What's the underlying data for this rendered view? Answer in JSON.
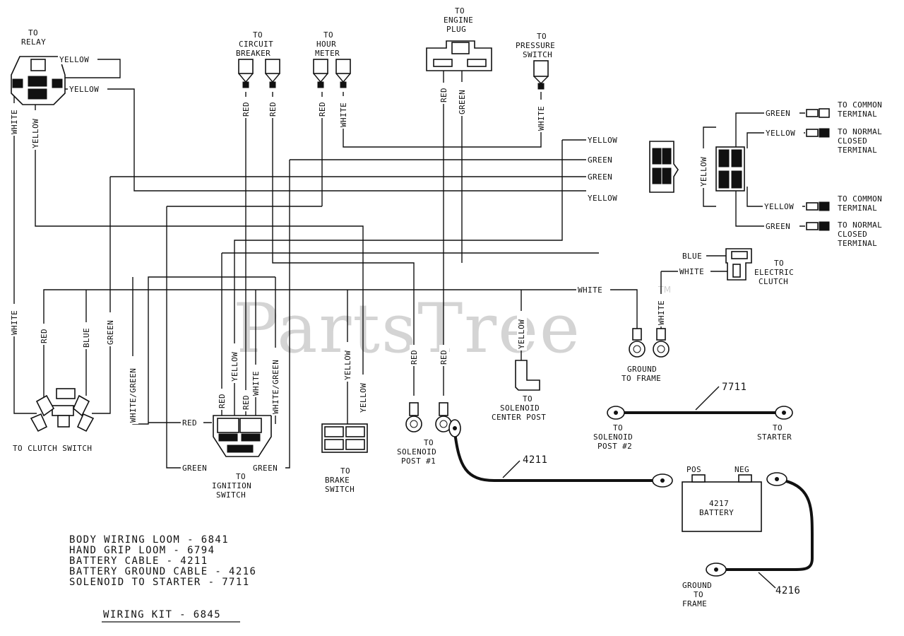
{
  "watermark": {
    "text": "PartsTree",
    "tm": "TM"
  },
  "terminals": {
    "relay": [
      "TO",
      "RELAY"
    ],
    "circuit_breaker": [
      "TO",
      "CIRCUIT",
      "BREAKER"
    ],
    "hour_meter": [
      "TO",
      "HOUR",
      "METER"
    ],
    "engine_plug": [
      "TO",
      "ENGINE",
      "PLUG"
    ],
    "pressure_switch": [
      "TO",
      "PRESSURE",
      "SWITCH"
    ],
    "common_terminal": [
      "TO COMMON",
      "TERMINAL"
    ],
    "normal_closed_terminal": [
      "TO NORMAL",
      "CLOSED",
      "TERMINAL"
    ],
    "electric_clutch": [
      "TO",
      "ELECTRIC",
      "CLUTCH"
    ],
    "ground_to_frame": [
      "GROUND",
      "TO FRAME"
    ],
    "solenoid_center_post": [
      "TO",
      "SOLENOID",
      "CENTER POST"
    ],
    "solenoid_post_2": [
      "TO",
      "SOLENOID",
      "POST #2"
    ],
    "starter": [
      "TO",
      "STARTER"
    ],
    "clutch_switch": "TO CLUTCH SWITCH",
    "ignition_switch": [
      "TO",
      "IGNITION",
      "SWITCH"
    ],
    "brake_switch": [
      "TO",
      "BRAKE",
      "SWITCH"
    ],
    "solenoid_post_1": [
      "TO",
      "SOLENOID",
      "POST #1"
    ],
    "battery_ground": [
      "GROUND",
      "TO",
      "FRAME"
    ]
  },
  "wire_colors": {
    "yellow": "YELLOW",
    "white": "WHITE",
    "red": "RED",
    "green": "GREEN",
    "blue": "BLUE",
    "white_green": "WHITE/GREEN"
  },
  "battery": {
    "pos": "POS",
    "neg": "NEG",
    "line1": "4217",
    "line2": "BATTERY"
  },
  "cable_numbers": {
    "solenoid_to_starter": "7711",
    "battery_cable": "4211",
    "ground_cable": "4216"
  },
  "legend": [
    "BODY WIRING LOOM - 6841",
    "HAND GRIP LOOM - 6794",
    "BATTERY CABLE - 4211",
    "BATTERY GROUND CABLE - 4216",
    "SOLENOID TO STARTER - 7711"
  ],
  "kit_title": "WIRING KIT - 6845"
}
